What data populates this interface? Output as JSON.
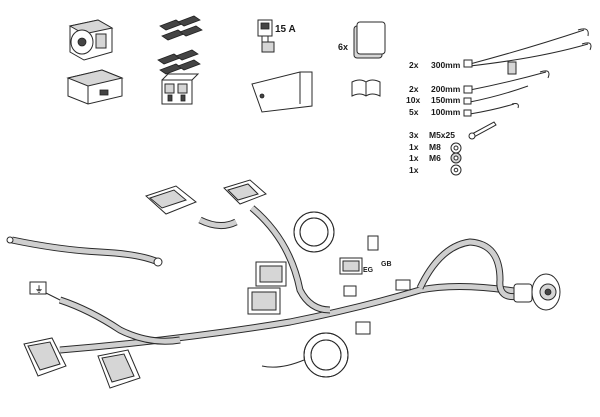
{
  "fuse": {
    "label": "15 A"
  },
  "tape_pads": {
    "qty": "6x"
  },
  "cable_ties": [
    {
      "qty": "2x",
      "size": "300mm"
    },
    {
      "qty": "2x",
      "size": "200mm"
    },
    {
      "qty": "10x",
      "size": "150mm"
    },
    {
      "qty": "5x",
      "size": "100mm"
    }
  ],
  "hardware": [
    {
      "qty": "3x",
      "size": "M5x25"
    },
    {
      "qty": "1x",
      "size": "M8"
    },
    {
      "qty": "1x",
      "size": "M6"
    },
    {
      "qty": "1x",
      "size": ""
    }
  ],
  "connector_tags": {
    "eg": "EG",
    "gb": "GB"
  }
}
